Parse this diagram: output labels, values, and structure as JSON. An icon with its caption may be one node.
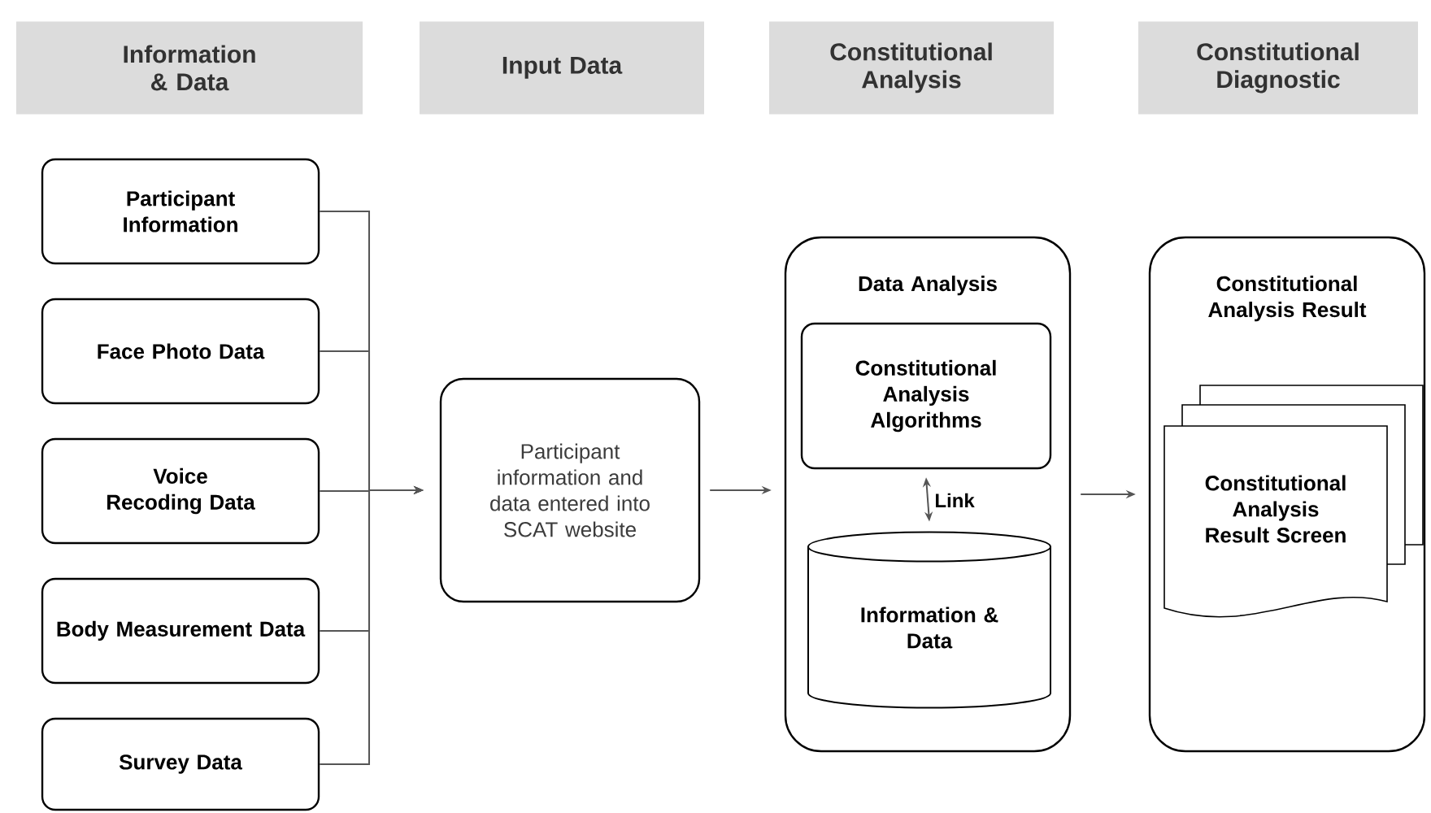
{
  "diagram": {
    "nodes": [
      {
        "text": [
          "Information & Data"
        ]
      },
      {
        "text": [
          "Input Data"
        ]
      },
      {
        "text": [
          "Constitutional Analysis"
        ]
      },
      {
        "text": [
          "Constitutional Diagnostic"
        ]
      },
      {
        "text": [
          "Participant Information"
        ]
      },
      {
        "text": [
          "Face Photo Data"
        ]
      },
      {
        "text": [
          "Voice Recoding Data"
        ]
      },
      {
        "text": [
          "Body Measurement Data"
        ]
      },
      {
        "text": [
          "Survey Data"
        ]
      },
      {
        "text": [
          "Participant information and data entered into SCAT website"
        ]
      },
      {
        "text": [
          "Data Analysis"
        ]
      },
      {
        "text": [
          "Constitutional Analysis Algorithms"
        ],
        "in": 10
      },
      {
        "text": [
          "Information & Data"
        ],
        "in": 10
      },
      {
        "text": [
          "Constitutional Analysis Result"
        ]
      },
      {
        "text": [
          "Constitutional Analysis Result Screen"
        ],
        "in": 13
      }
    ],
    "edges": [
      {
        "from": 4,
        "to": 9,
        "arrow": "to"
      },
      {
        "from": 5,
        "to": 9,
        "arrow": "to"
      },
      {
        "from": 6,
        "to": 9,
        "arrow": "to"
      },
      {
        "from": 7,
        "to": 9,
        "arrow": "to"
      },
      {
        "from": 8,
        "to": 9,
        "arrow": "to"
      },
      {
        "from": 9,
        "to": 10,
        "arrow": "to"
      },
      {
        "from": 11,
        "to": 12,
        "arrow": "both",
        "label": "Link"
      },
      {
        "from": 10,
        "to": 13,
        "arrow": "to"
      }
    ]
  }
}
